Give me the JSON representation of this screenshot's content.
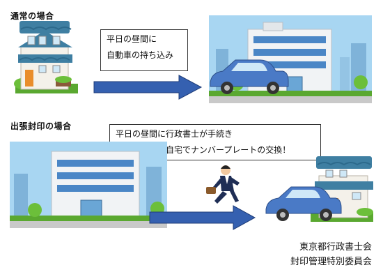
{
  "sections": {
    "normal": {
      "heading": "通常の場合",
      "callout": [
        "平日の昼間に",
        "自動車の持ち込み"
      ]
    },
    "dispatch": {
      "heading": "出張封印の場合",
      "callout": [
        "平日の昼間に行政書士が手続き",
        "好きな時間に自宅でナンバープレートの交換！"
      ]
    }
  },
  "footer": {
    "line1": "東京都行政書士会",
    "line2": "封印管理特別委員会"
  },
  "colors": {
    "arrow": "#3560b0",
    "car": "#4a7ac6",
    "sky": "#a8d6f2",
    "roof": "#3f7fa2",
    "grass": "#5aa830"
  }
}
